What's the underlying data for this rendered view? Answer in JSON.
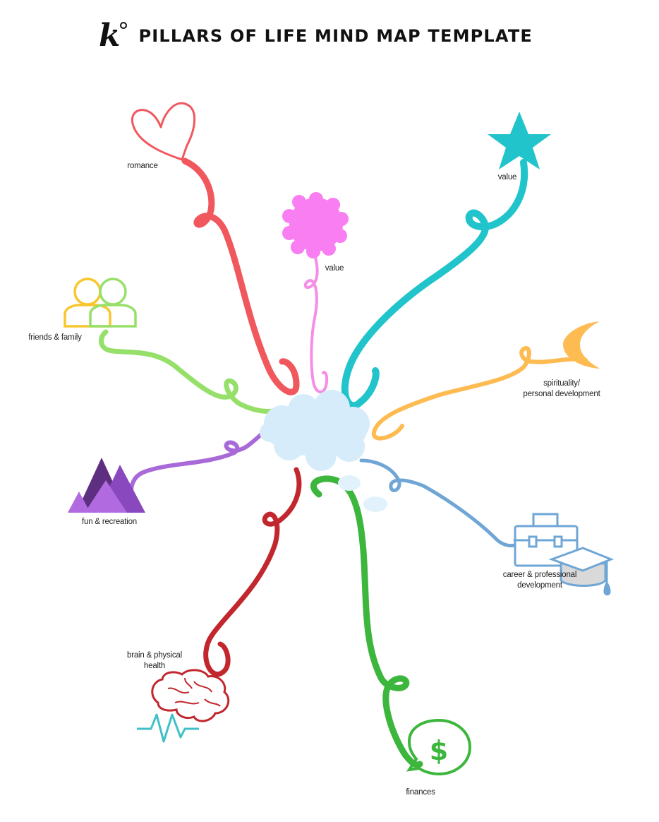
{
  "header": {
    "logo_text": "k",
    "title": "PILLARS OF LIFE MIND MAP TEMPLATE"
  },
  "center": {
    "color": "#d6ecfa"
  },
  "branches": [
    {
      "id": "romance",
      "label_lines": [
        "romance"
      ],
      "color": "#f0585e",
      "icon": "heart-icon"
    },
    {
      "id": "value-balloon",
      "label_lines": [
        "value"
      ],
      "color": "#f58ee6",
      "icon": "flower-balloon-icon"
    },
    {
      "id": "value-star",
      "label_lines": [
        "value"
      ],
      "color": "#22c4cc",
      "icon": "star-icon"
    },
    {
      "id": "friends",
      "label_lines": [
        "friends & family"
      ],
      "color": "#96e06a",
      "icon": "people-icon"
    },
    {
      "id": "spirituality",
      "label_lines": [
        "spirituality/",
        "personal development"
      ],
      "color": "#fdbb52",
      "icon": "crescent-moon-icon"
    },
    {
      "id": "fun",
      "label_lines": [
        "fun & recreation"
      ],
      "color": "#a86ad8",
      "icon": "mountains-icon"
    },
    {
      "id": "career",
      "label_lines": [
        "career & professional",
        "development"
      ],
      "color": "#6fa6d6",
      "icon": "briefcase-graduation-cap-icon"
    },
    {
      "id": "brain",
      "label_lines": [
        "brain & physical",
        "health"
      ],
      "color": "#c1272d",
      "icon": "brain-heartbeat-icon"
    },
    {
      "id": "finances",
      "label_lines": [
        "finances"
      ],
      "color": "#3cb63c",
      "icon": "dollar-speech-bubble-icon"
    }
  ]
}
